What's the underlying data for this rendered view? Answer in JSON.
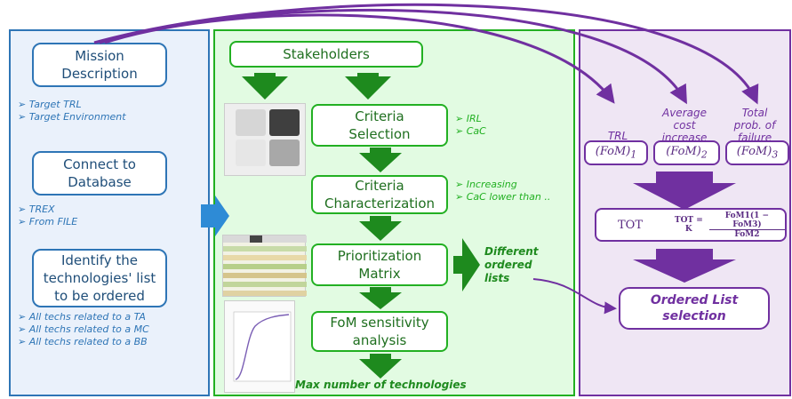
{
  "left": {
    "mission_box": "Mission\nDescription",
    "mission_items": [
      "Target TRL",
      "Target Environment"
    ],
    "database_box": "Connect to\nDatabase",
    "database_items": [
      "TREX",
      "From FILE"
    ],
    "identify_box": "Identify the\ntechnologies' list\nto be ordered",
    "identify_items": [
      "All techs related to a TA",
      "All techs related to a MC",
      "All techs related to a BB"
    ]
  },
  "middle": {
    "stakeholders": "Stakeholders",
    "criteria_selection": "Criteria\nSelection",
    "selection_items": [
      "IRL",
      "CaC"
    ],
    "criteria_characterization": "Criteria\nCharacterization",
    "characterization_items": [
      "Increasing",
      "CaC lower than .."
    ],
    "prioritization_matrix": "Prioritization\nMatrix",
    "fom_sensitivity": "FoM sensitivity\nanalysis",
    "different_lists": "Different\nordered\nlists",
    "max_technologies": "Max number of technologies"
  },
  "right": {
    "label1": "TRL\ncost-eff",
    "label2": "Average\ncost\nincrease",
    "label3": "Total\nprob. of\nfailure",
    "fom1": "(FoM)",
    "fom1_sub": "1",
    "fom2": "(FoM)",
    "fom2_sub": "2",
    "fom3": "(FoM)",
    "fom3_sub": "3",
    "tot_label": "TOT",
    "formula_lhs": "TOT = K",
    "formula_num": "FoM1(1 − FoM3)",
    "formula_den": "FoM2",
    "ordered_list": "Ordered List\nselection"
  },
  "colors": {
    "blue": "#2e75b6",
    "green": "#22b022",
    "dark_green": "#1e8a1e",
    "purple": "#7030a0"
  }
}
